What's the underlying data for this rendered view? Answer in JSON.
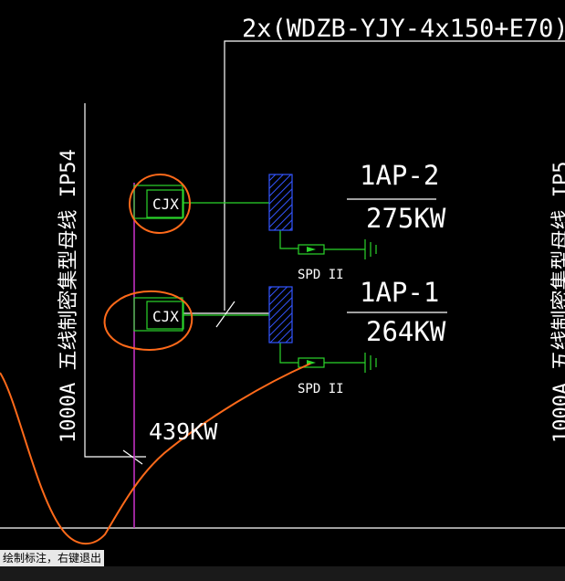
{
  "cable_spec": "2x(WDZB-YJY-4x150+E70)",
  "busway_label": "1000A 五线制密集型母线 IP54",
  "busway_label_right": "1000A 五线制密集型母线 IP5",
  "total_load": "439KW",
  "panels": [
    {
      "name": "1AP-2",
      "load": "275KW",
      "device": "CJX",
      "spd": "SPD II"
    },
    {
      "name": "1AP-1",
      "load": "264KW",
      "device": "CJX",
      "spd": "SPD II"
    }
  ],
  "status_prompt": "绘制标注，右键退出",
  "colors": {
    "background": "#000000",
    "line": "#ffffff",
    "branch": "#2bd62b",
    "breaker": "#3355ff",
    "busbar": "#c030c0",
    "markup": "#ff6a1a"
  }
}
